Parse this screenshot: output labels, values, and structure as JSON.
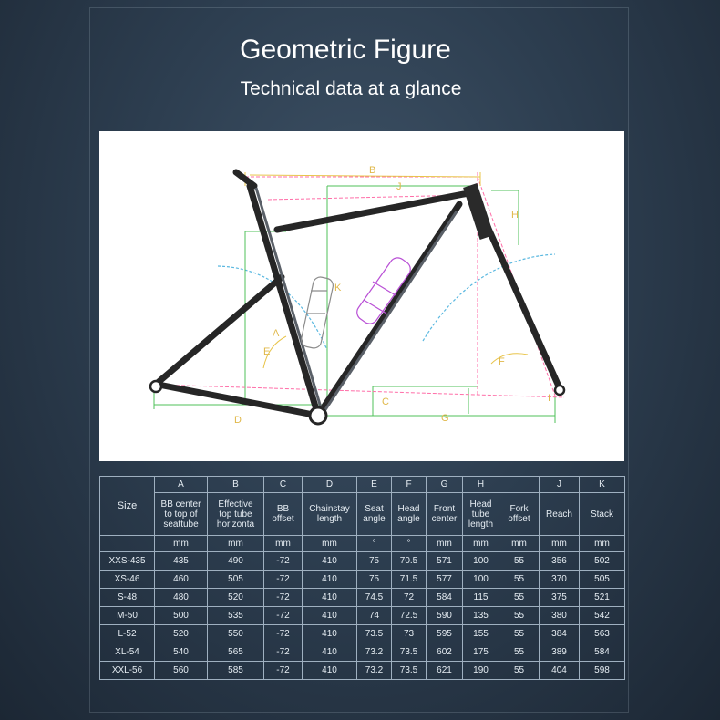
{
  "header": {
    "title": "Geometric Figure",
    "subtitle": "Technical data at a glance"
  },
  "diagram": {
    "labels": [
      "A",
      "B",
      "C",
      "D",
      "E",
      "F",
      "G",
      "H",
      "I",
      "J",
      "K"
    ]
  },
  "table": {
    "size_header": "Size",
    "letters": [
      "A",
      "B",
      "C",
      "D",
      "E",
      "F",
      "G",
      "H",
      "I",
      "J",
      "K"
    ],
    "descriptions": [
      [
        "BB center",
        "to top of",
        "seattube"
      ],
      [
        "Effective",
        "top tube",
        "horizonta"
      ],
      [
        "BB",
        "offset"
      ],
      [
        "Chainstay",
        "length"
      ],
      [
        "Seat",
        "angle"
      ],
      [
        "Head",
        "angle"
      ],
      [
        "Front",
        "center"
      ],
      [
        "Head",
        "tube",
        "length"
      ],
      [
        "Fork",
        "offset"
      ],
      [
        "Reach"
      ],
      [
        "Stack"
      ]
    ],
    "units": [
      "mm",
      "mm",
      "mm",
      "mm",
      "°",
      "°",
      "mm",
      "mm",
      "mm",
      "mm",
      "mm"
    ],
    "rows": [
      {
        "size": "XXS-435",
        "values": [
          "435",
          "490",
          "-72",
          "410",
          "75",
          "70.5",
          "571",
          "100",
          "55",
          "356",
          "502"
        ]
      },
      {
        "size": "XS-46",
        "values": [
          "460",
          "505",
          "-72",
          "410",
          "75",
          "71.5",
          "577",
          "100",
          "55",
          "370",
          "505"
        ]
      },
      {
        "size": "S-48",
        "values": [
          "480",
          "520",
          "-72",
          "410",
          "74.5",
          "72",
          "584",
          "115",
          "55",
          "375",
          "521"
        ]
      },
      {
        "size": "M-50",
        "values": [
          "500",
          "535",
          "-72",
          "410",
          "74",
          "72.5",
          "590",
          "135",
          "55",
          "380",
          "542"
        ]
      },
      {
        "size": "L-52",
        "values": [
          "520",
          "550",
          "-72",
          "410",
          "73.5",
          "73",
          "595",
          "155",
          "55",
          "384",
          "563"
        ]
      },
      {
        "size": "XL-54",
        "values": [
          "540",
          "565",
          "-72",
          "410",
          "73.2",
          "73.5",
          "602",
          "175",
          "55",
          "389",
          "584"
        ]
      },
      {
        "size": "XXL-56",
        "values": [
          "560",
          "585",
          "-72",
          "410",
          "73.2",
          "73.5",
          "621",
          "190",
          "55",
          "404",
          "598"
        ]
      }
    ]
  }
}
